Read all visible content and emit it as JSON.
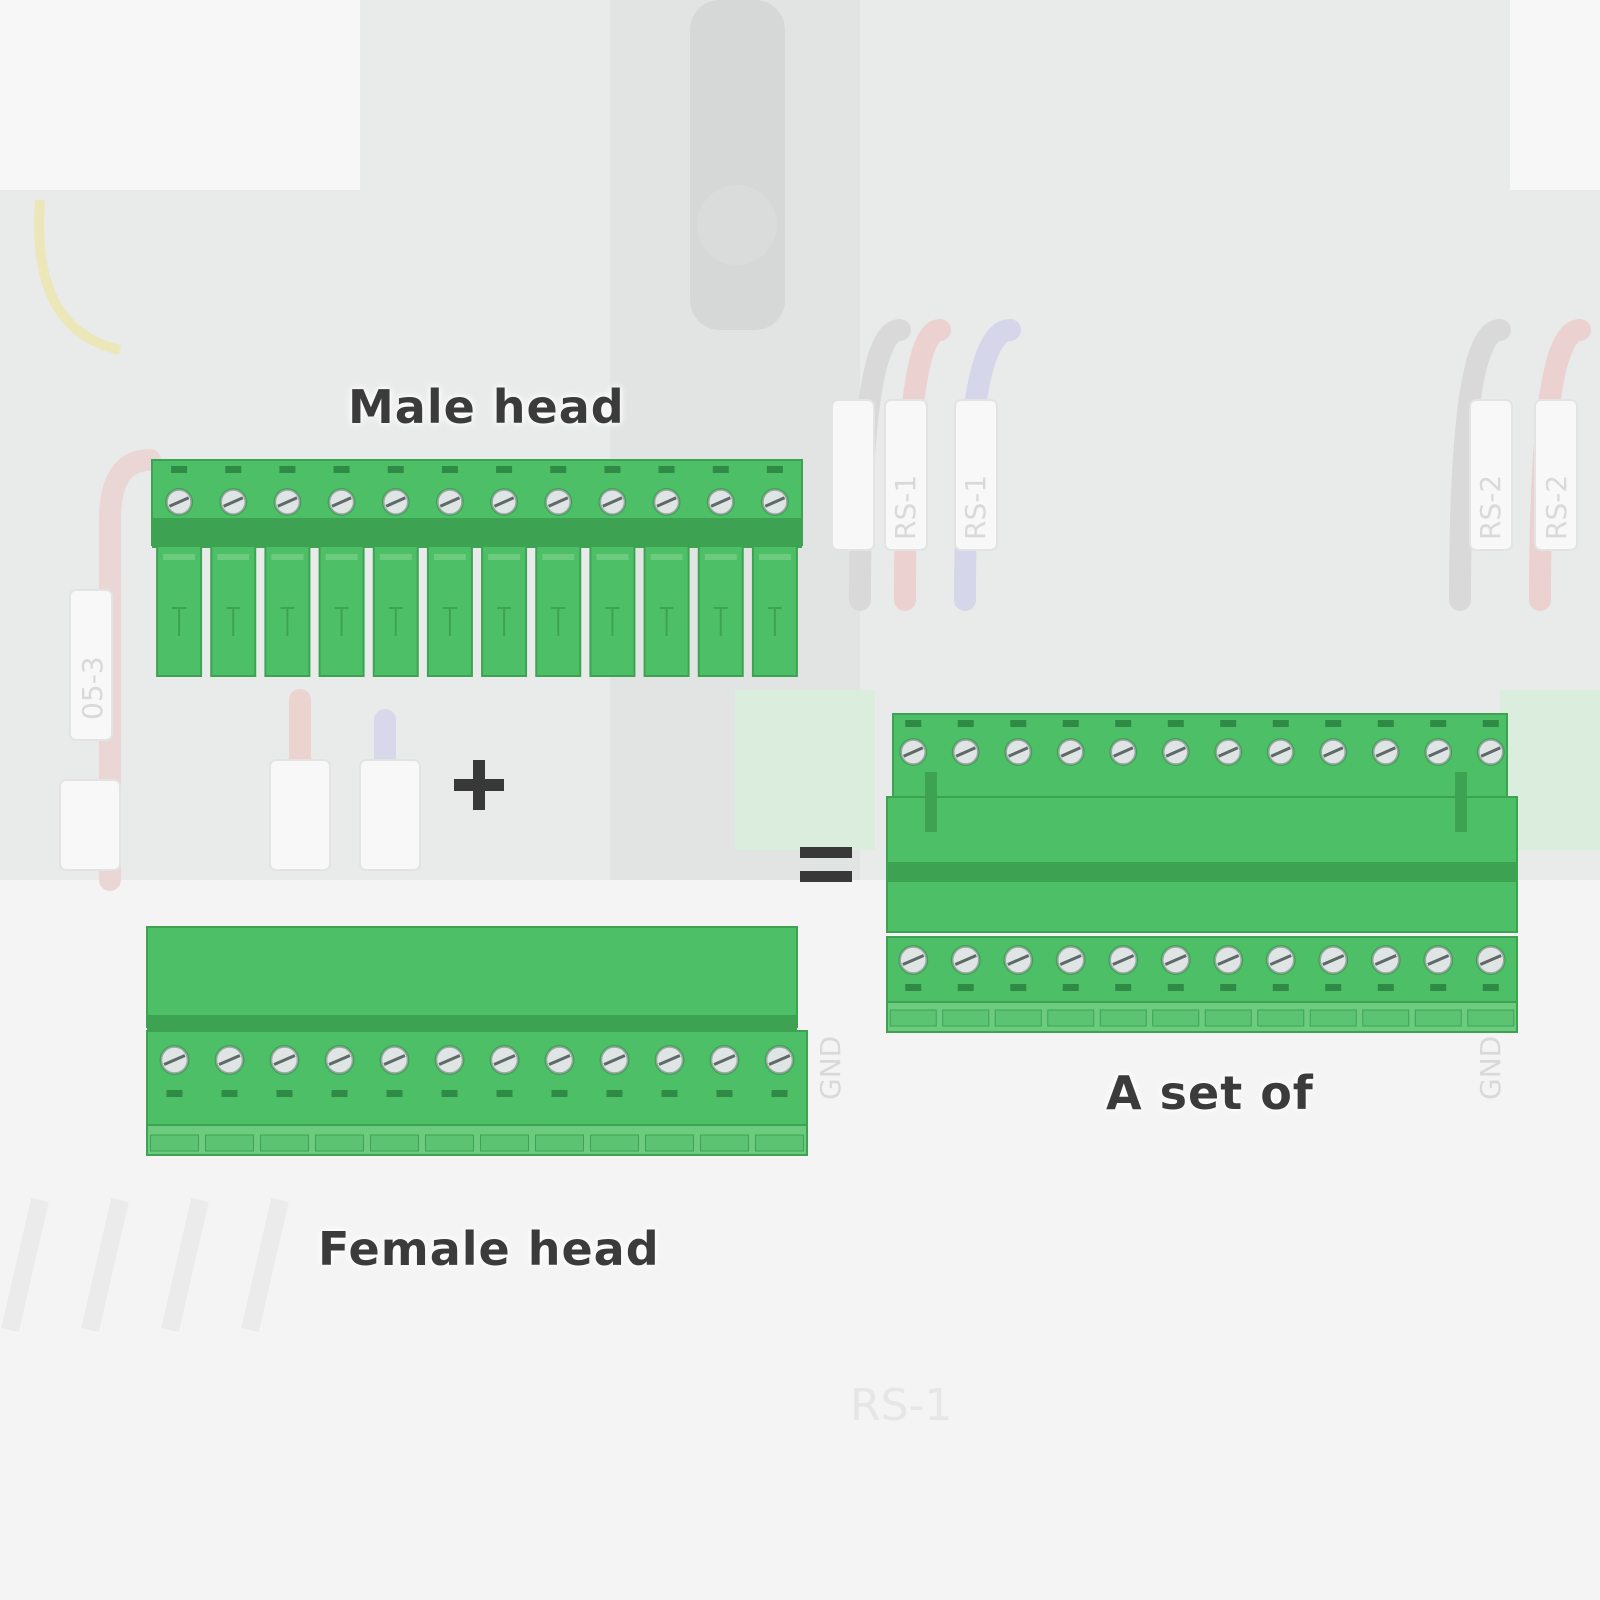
{
  "labels": {
    "male_head": "Male head",
    "female_head": "Female head",
    "set": "A set of"
  },
  "operators": {
    "plus": "plus-sign",
    "equals": "equals-sign"
  },
  "background": {
    "tags": [
      "RS-1",
      "RS-1",
      "RS-2",
      "RS-2",
      "05-3",
      "GND",
      "GND",
      "RS-1"
    ]
  },
  "connectors": {
    "pin_count": 12,
    "colors": {
      "body": "#4dbf66",
      "body_dark": "#3da353",
      "body_light": "#6ccb7f",
      "screw": "#dfe4e4"
    }
  }
}
